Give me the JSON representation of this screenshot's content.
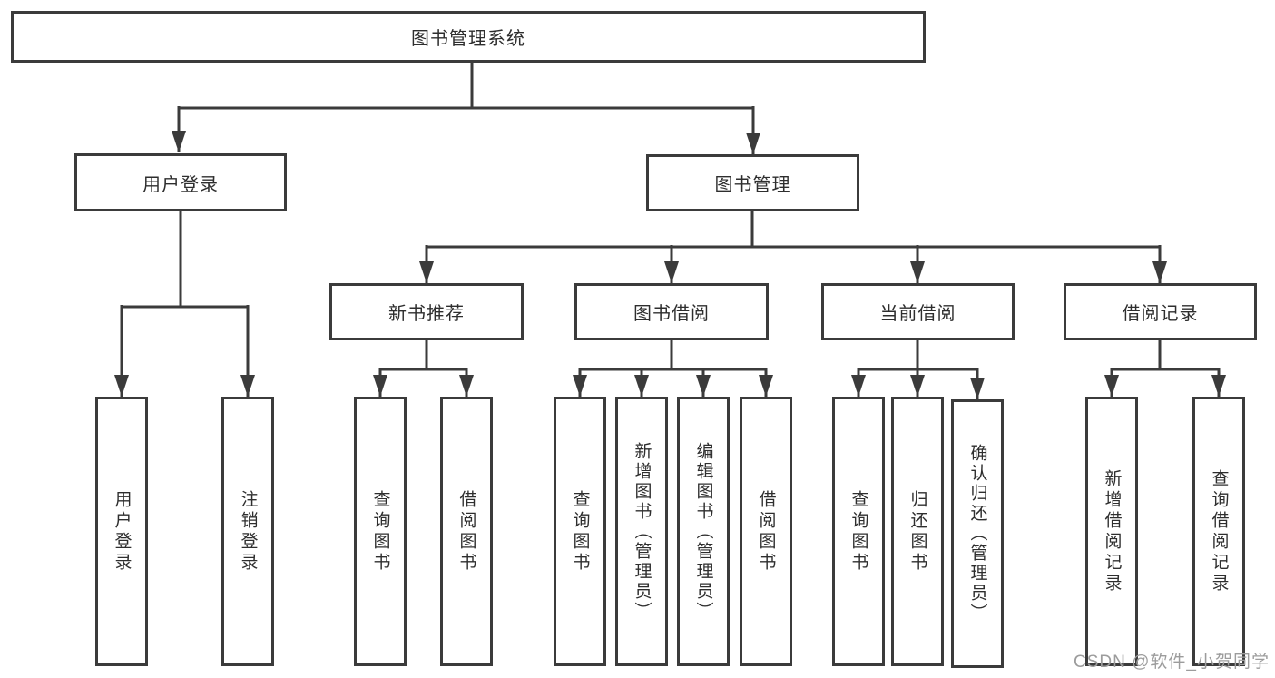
{
  "diagram": {
    "root": {
      "label": "图书管理系统"
    },
    "branches": [
      {
        "label": "用户登录",
        "children": [
          {
            "label": "用户登录"
          },
          {
            "label": "注销登录"
          }
        ]
      },
      {
        "label": "图书管理",
        "groups": [
          {
            "label": "新书推荐",
            "children": [
              {
                "label": "查询图书"
              },
              {
                "label": "借阅图书"
              }
            ]
          },
          {
            "label": "图书借阅",
            "children": [
              {
                "label": "查询图书"
              },
              {
                "label": "新增图书（管理员）"
              },
              {
                "label": "编辑图书（管理员）"
              },
              {
                "label": "借阅图书"
              }
            ]
          },
          {
            "label": "当前借阅",
            "children": [
              {
                "label": "查询图书"
              },
              {
                "label": "归还图书"
              },
              {
                "label": "确认归还（管理员）"
              }
            ]
          },
          {
            "label": "借阅记录",
            "children": [
              {
                "label": "新增借阅记录"
              },
              {
                "label": "查询借阅记录"
              }
            ]
          }
        ]
      }
    ]
  },
  "watermark": {
    "text": "CSDN @软件_小贺同学",
    "color": "#9c9c9c"
  },
  "colors": {
    "line": "#3b3b3b",
    "text": "#2e2e2e",
    "background": "#ffffff"
  }
}
